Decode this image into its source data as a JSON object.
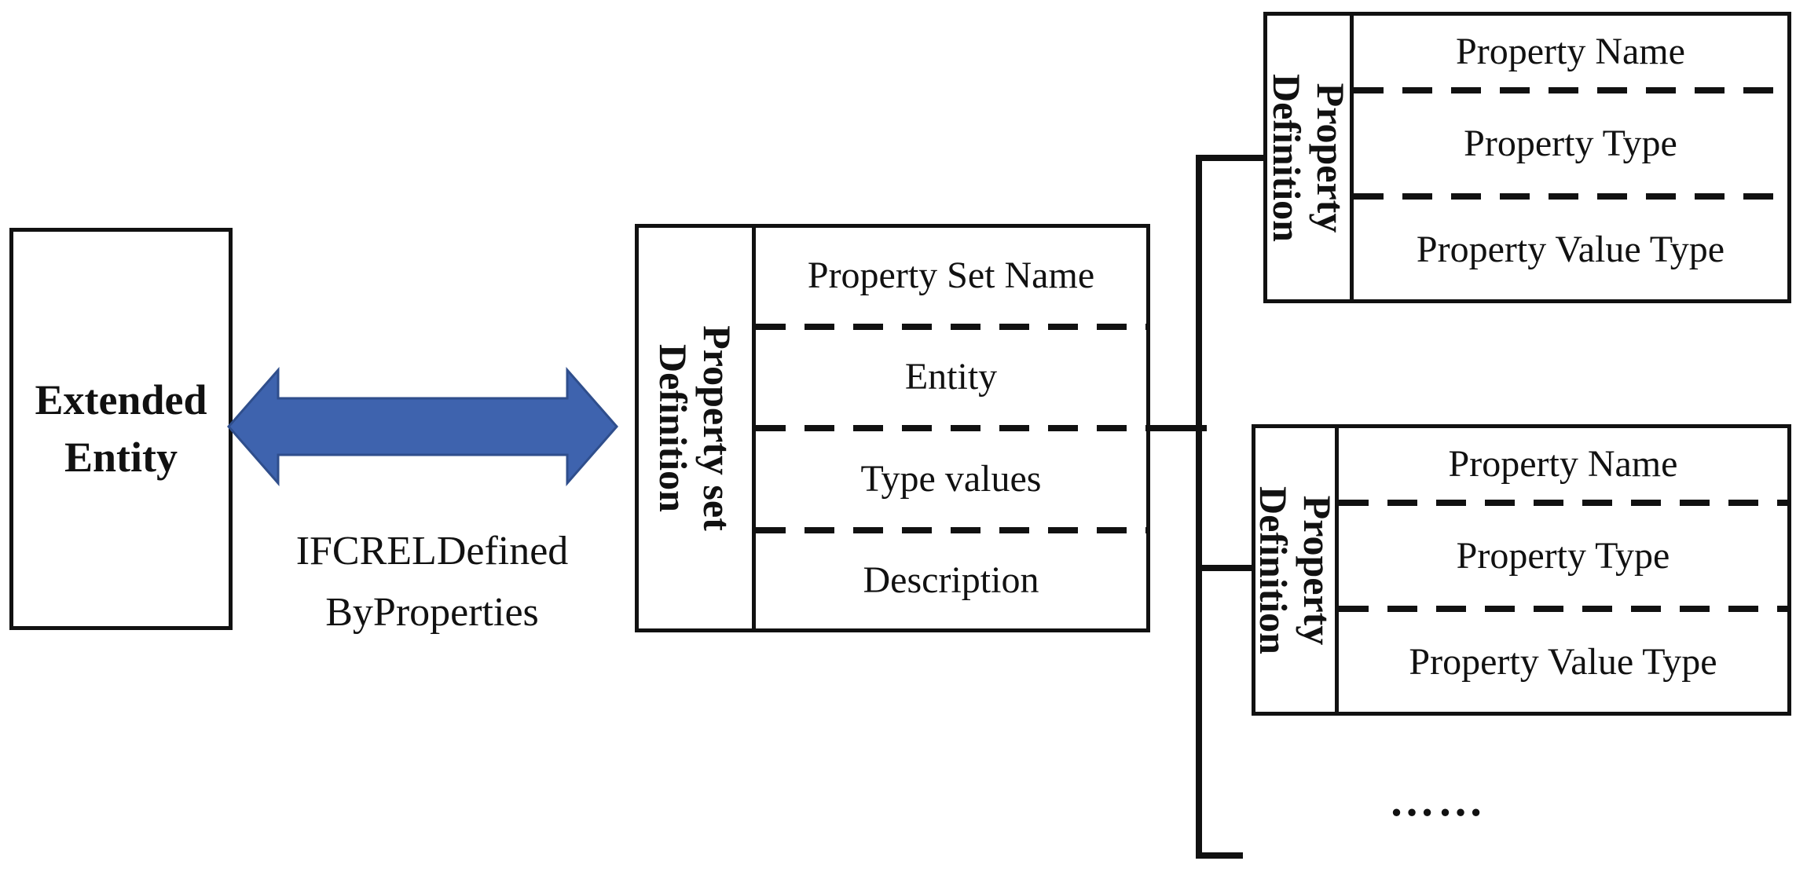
{
  "diagram": {
    "left_box": {
      "title": "Extended\nEntity"
    },
    "relationship_label": "IFCRELDefined\nByProperties",
    "property_set_box": {
      "label": "Property set\nDefinition",
      "rows": [
        "Property Set Name",
        "Entity",
        "Type values",
        "Description"
      ]
    },
    "property_box_top": {
      "label": "Property\nDefinition",
      "rows": [
        "Property Name",
        "Property Type",
        "Property Value Type"
      ]
    },
    "property_box_bottom": {
      "label": "Property\nDefinition",
      "rows": [
        "Property Name",
        "Property Type",
        "Property Value Type"
      ]
    },
    "ellipsis": "……",
    "colors": {
      "line": "#111111",
      "arrow_fill": "#3E63AE",
      "arrow_stroke": "#2F4E8C"
    }
  }
}
